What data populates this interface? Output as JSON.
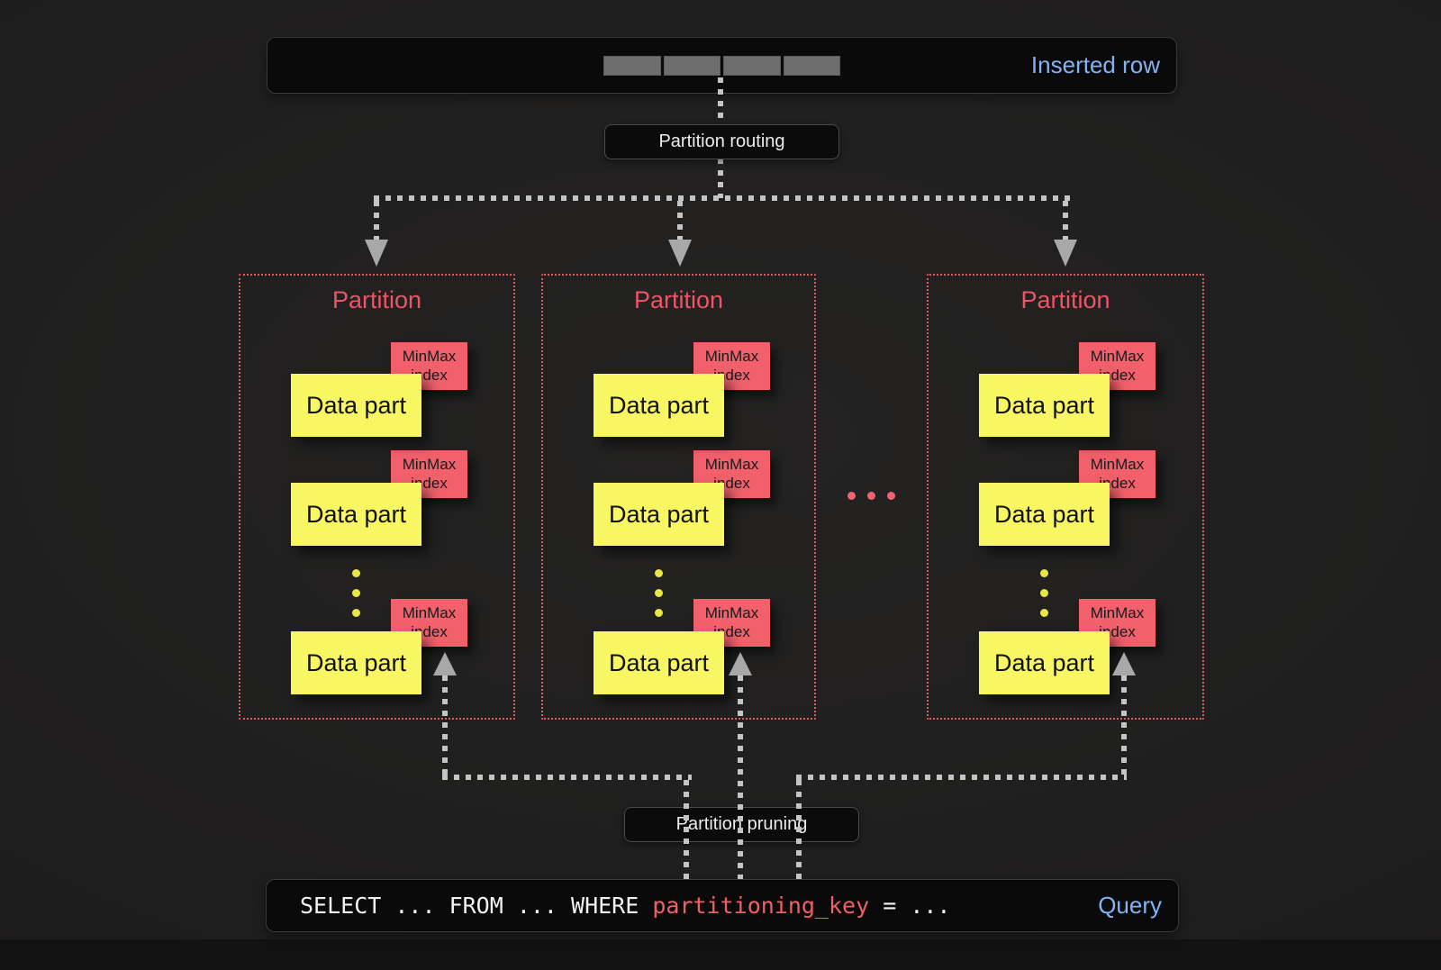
{
  "colors": {
    "background": "#1f1e1e",
    "bar_fill": "#0a0a0a",
    "accent_blue": "#85b2f1",
    "partition_red": "#ee5366",
    "minmax_red": "#f1606b",
    "data_yellow": "#f8f763",
    "connector_gray": "#c4c4c4",
    "query_key_red": "#ef6066"
  },
  "inserted_row": {
    "label": "Inserted row",
    "segment_count": 4
  },
  "routing": {
    "label": "Partition routing"
  },
  "pruning": {
    "label": "Partition pruning"
  },
  "partitions": [
    {
      "title": "Partition",
      "parts": [
        {
          "label": "Data part",
          "index": [
            "MinMax",
            "index"
          ]
        },
        {
          "label": "Data part",
          "index": [
            "MinMax",
            "index"
          ]
        },
        {
          "label": "Data part",
          "index": [
            "MinMax",
            "index"
          ]
        }
      ]
    },
    {
      "title": "Partition",
      "parts": [
        {
          "label": "Data part",
          "index": [
            "MinMax",
            "index"
          ]
        },
        {
          "label": "Data part",
          "index": [
            "MinMax",
            "index"
          ]
        },
        {
          "label": "Data part",
          "index": [
            "MinMax",
            "index"
          ]
        }
      ]
    },
    {
      "title": "Partition",
      "parts": [
        {
          "label": "Data part",
          "index": [
            "MinMax",
            "index"
          ]
        },
        {
          "label": "Data part",
          "index": [
            "MinMax",
            "index"
          ]
        },
        {
          "label": "Data part",
          "index": [
            "MinMax",
            "index"
          ]
        }
      ]
    }
  ],
  "ellipsis": "...",
  "query": {
    "sql_before": "SELECT ... FROM ... WHERE ",
    "sql_key": "partitioning_key",
    "sql_after": " = ...",
    "label": "Query"
  }
}
